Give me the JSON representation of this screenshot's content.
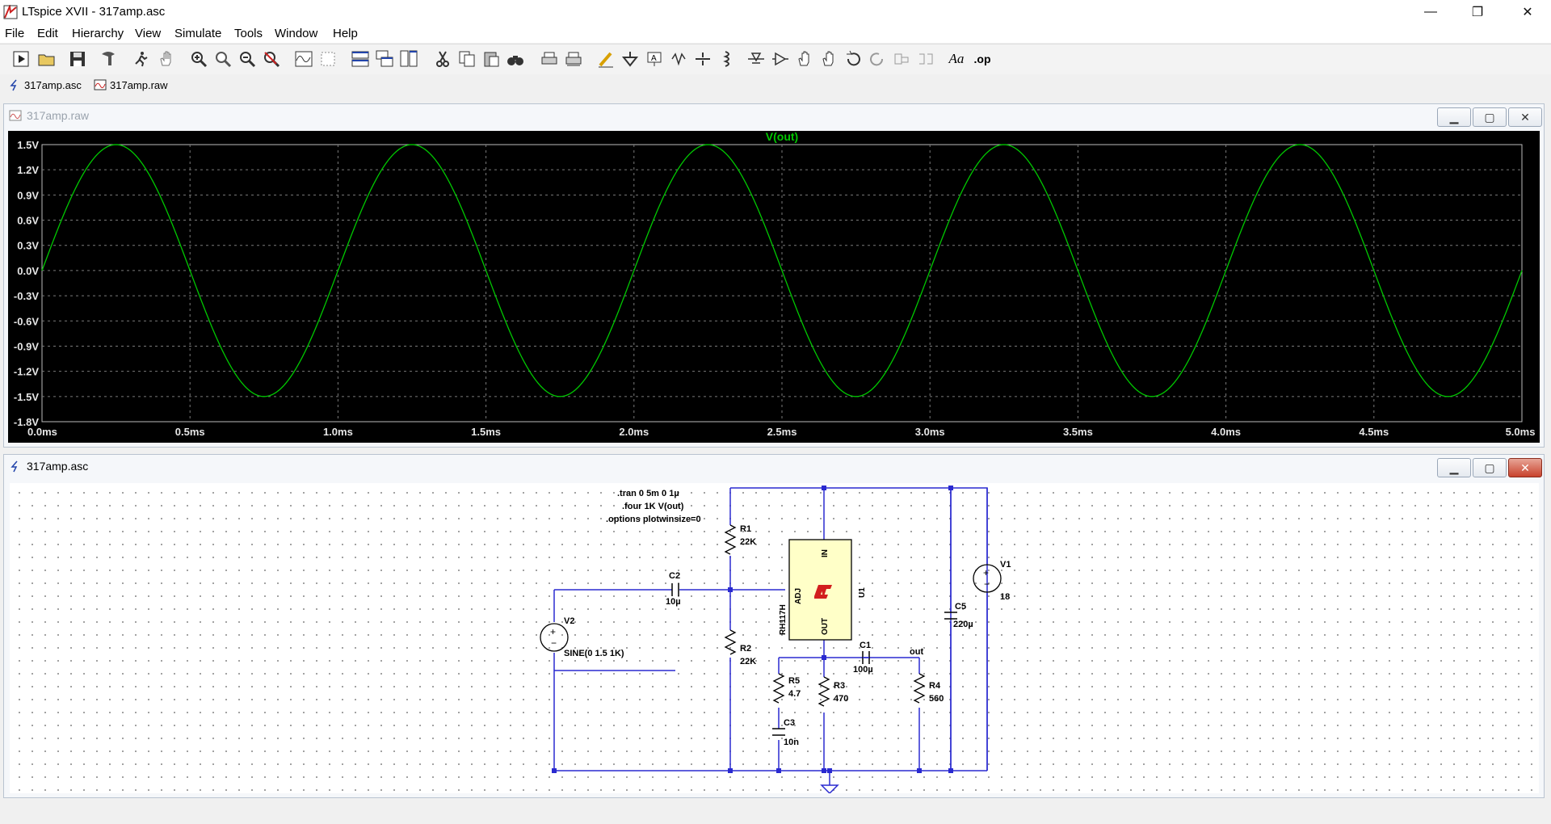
{
  "app": {
    "title": "LTspice XVII - 317amp.asc",
    "window_controls": {
      "minimize": "—",
      "restore": "❐",
      "close": "✕"
    }
  },
  "menu": [
    {
      "label": "File",
      "hotkey": "F"
    },
    {
      "label": "Edit",
      "hotkey": "E"
    },
    {
      "label": "Hierarchy",
      "hotkey": "i"
    },
    {
      "label": "View",
      "hotkey": "V"
    },
    {
      "label": "Simulate",
      "hotkey": "S"
    },
    {
      "label": "Tools",
      "hotkey": "T"
    },
    {
      "label": "Window",
      "hotkey": "W"
    },
    {
      "label": "Help",
      "hotkey": "H"
    }
  ],
  "toolbar": {
    "icons": [
      "run-icon",
      "open-icon",
      "save-icon",
      "control-panel-icon",
      "halt-icon",
      "pan-icon",
      "zoom-in-icon",
      "zoom-area-icon",
      "zoom-out-icon",
      "zoom-fit-icon",
      "waveform-icon",
      "autorange-icon",
      "tile-horizontal-icon",
      "cascade-icon",
      "tile-vertical-icon",
      "cut-icon",
      "copy-icon",
      "paste-icon",
      "find-icon",
      "print-icon",
      "print-preview-icon",
      "draw-wire-icon",
      "ground-icon",
      "label-net-icon",
      "resistor-icon",
      "capacitor-icon",
      "inductor-icon",
      "diode-icon",
      "component-icon",
      "move-icon",
      "drag-icon",
      "undo-icon",
      "redo-icon",
      "rotate-icon",
      "mirror-icon",
      "text-icon",
      "spice-directive-icon"
    ],
    "text_button": "Aa",
    "op_button": ".op"
  },
  "doc_tabs": [
    {
      "label": "317amp.asc",
      "icon": "schematic-icon"
    },
    {
      "label": "317amp.raw",
      "icon": "waveform-icon"
    }
  ],
  "plot_window": {
    "title": "317amp.raw",
    "trace_label": "V(out)",
    "trace_color": "#00c800",
    "grid_color": "#7a7a7a"
  },
  "chart_data": {
    "type": "line",
    "title": "V(out)",
    "xlabel": "",
    "ylabel": "",
    "xlim": [
      0,
      5
    ],
    "ylim": [
      -1.8,
      1.5
    ],
    "x_unit": "ms",
    "y_ticks": [
      "1.5V",
      "1.2V",
      "0.9V",
      "0.6V",
      "0.3V",
      "0.0V",
      "-0.3V",
      "-0.6V",
      "-0.9V",
      "-1.2V",
      "-1.5V",
      "-1.8V"
    ],
    "x_ticks": [
      "0.0ms",
      "0.5ms",
      "1.0ms",
      "1.5ms",
      "2.0ms",
      "2.5ms",
      "3.0ms",
      "3.5ms",
      "4.0ms",
      "4.5ms",
      "5.0ms"
    ],
    "grid": true,
    "series": [
      {
        "name": "V(out)",
        "color": "#00c800",
        "amplitude": 1.5,
        "frequency_khz": 1,
        "offset": 0,
        "x": [
          0,
          0.25,
          0.5,
          0.75,
          1.0,
          1.25,
          1.5,
          1.75,
          2.0,
          2.25,
          2.5,
          2.75,
          3.0,
          3.25,
          3.5,
          3.75,
          4.0,
          4.25,
          4.5,
          4.75,
          5.0
        ],
        "y": [
          0,
          1.5,
          0,
          -1.5,
          0,
          1.5,
          0,
          -1.5,
          0,
          1.5,
          0,
          -1.5,
          0,
          1.5,
          0,
          -1.5,
          0,
          1.5,
          0,
          -1.5,
          0
        ]
      }
    ]
  },
  "schematic_window": {
    "title": "317amp.asc",
    "directives": [
      ".tran 0 5m 0 1µ",
      ".four 1K V(out)",
      ".options plotwinsize=0"
    ],
    "components": {
      "R1": {
        "name": "R1",
        "value": "22K"
      },
      "R2": {
        "name": "R2",
        "value": "22K"
      },
      "R3": {
        "name": "R3",
        "value": "470"
      },
      "R4": {
        "name": "R4",
        "value": "560"
      },
      "R5": {
        "name": "R5",
        "value": "4.7"
      },
      "C1": {
        "name": "C1",
        "value": "100µ"
      },
      "C2": {
        "name": "C2",
        "value": "10µ"
      },
      "C3": {
        "name": "C3",
        "value": "10n"
      },
      "C5": {
        "name": "C5",
        "value": "220µ"
      },
      "V1": {
        "name": "V1",
        "value": "18"
      },
      "V2": {
        "name": "V2",
        "value": "SINE(0 1.5 1K)"
      },
      "U1": {
        "name": "U1",
        "part": "RH117H",
        "pin_in": "IN",
        "pin_adj": "ADJ",
        "pin_out": "OUT"
      }
    },
    "net_label": "out",
    "wire_color": "#2a2ad0"
  }
}
